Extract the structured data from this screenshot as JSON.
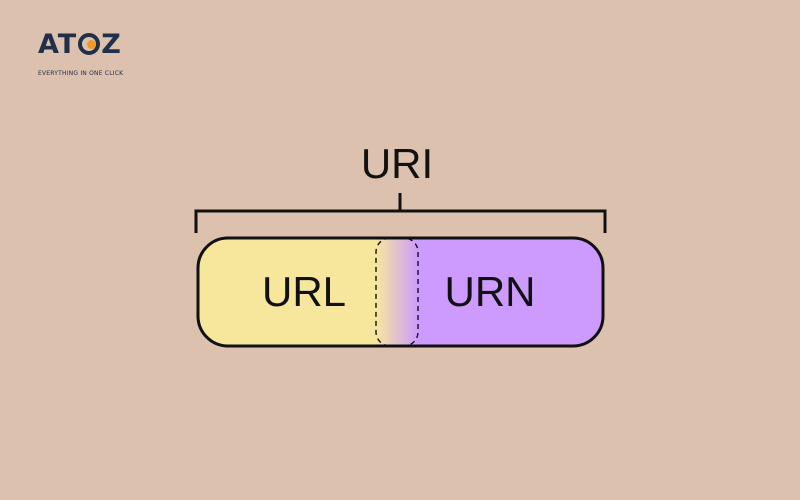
{
  "logo": {
    "wordmark": "ATOZ",
    "tagline": "EVERYTHING IN ONE CLICK"
  },
  "diagram": {
    "parent_label": "URI",
    "left_segment": {
      "label": "URL",
      "color": "#f7e79d"
    },
    "right_segment": {
      "label": "URN",
      "color": "#cd9bfd"
    }
  },
  "colors": {
    "background": "#dbc1ae",
    "outline": "#111111",
    "logo_dark": "#21304a",
    "logo_accent": "#f29a1f"
  }
}
